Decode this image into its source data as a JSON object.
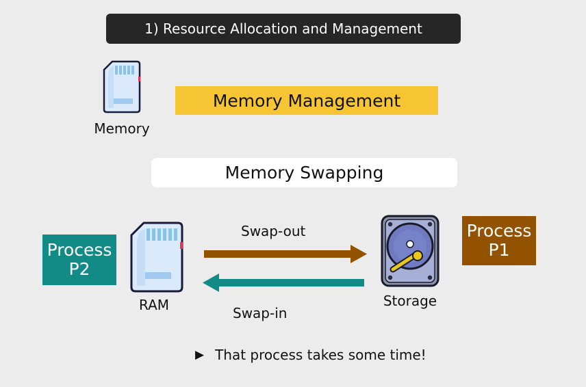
{
  "header": {
    "title": "1) Resource Allocation and Management"
  },
  "memory_icon": {
    "label": "Memory"
  },
  "banner": {
    "title": "Memory Management"
  },
  "subtitle": {
    "title": "Memory Swapping"
  },
  "process_left": {
    "label": "Process\nP2",
    "color": "#128a85"
  },
  "process_right": {
    "label": "Process\nP1",
    "color": "#925200"
  },
  "ram": {
    "label": "RAM"
  },
  "storage": {
    "label": "Storage"
  },
  "arrows": {
    "swap_out_label": "Swap-out",
    "swap_out_color": "#925200",
    "swap_in_label": "Swap-in",
    "swap_in_color": "#128a85"
  },
  "note": {
    "bullet": "▶",
    "text": "That process takes some time!"
  },
  "colors": {
    "background": "#ececec",
    "header": "#262626",
    "banner": "#f5c534"
  }
}
